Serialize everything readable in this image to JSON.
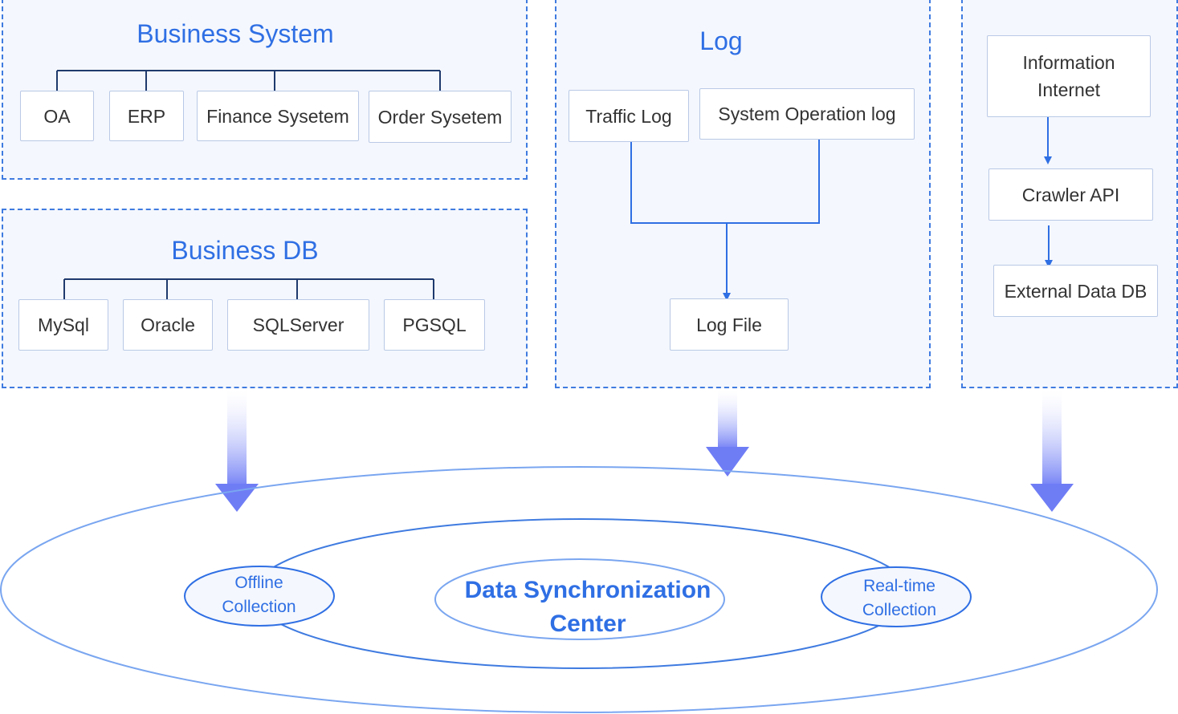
{
  "business_system": {
    "title": "Business System",
    "items": [
      "OA",
      "ERP",
      "Finance Sysetem",
      "Order Sysetem"
    ]
  },
  "business_db": {
    "title": "Business DB",
    "items": [
      "MySql",
      "Oracle",
      "SQLServer",
      "PGSQL"
    ]
  },
  "log": {
    "title": "Log",
    "traffic_log": "Traffic Log",
    "system_operation_log": "System Operation log",
    "log_file": "Log File"
  },
  "external": {
    "information_internet": "Information\nInternet",
    "crawler_api": "Crawler API",
    "external_data_db": "External Data DB"
  },
  "center": {
    "title": "Data Synchronization\nCenter",
    "offline": "Offline\nCollection",
    "realtime": "Real-time\nCollection"
  },
  "colors": {
    "accent": "#2f6fe4",
    "panel_bg": "#f4f7fd",
    "border": "#3f7be0",
    "connector": "#1f3a6d",
    "arrow": "#6f7df5"
  }
}
